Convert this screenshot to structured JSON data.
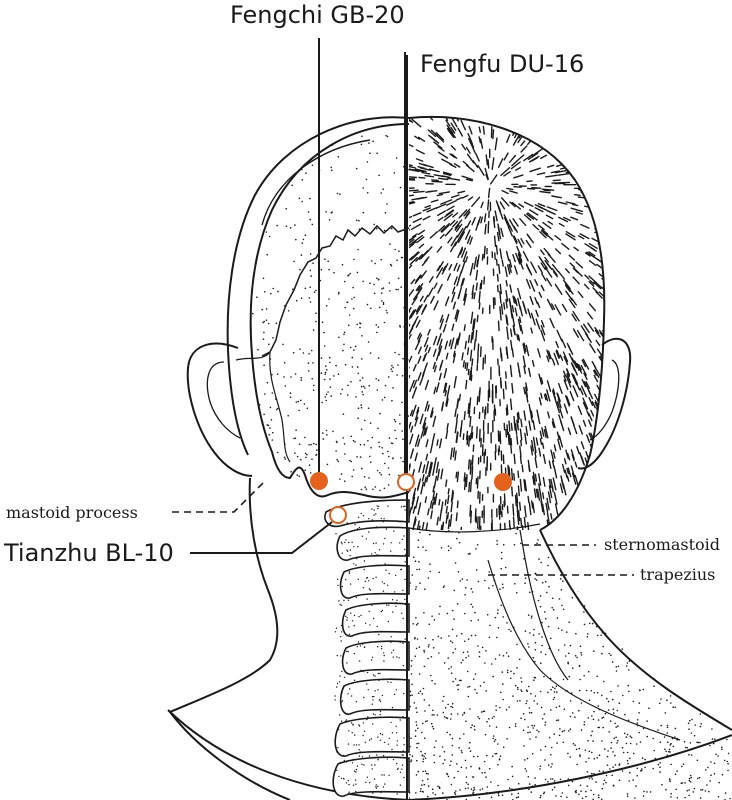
{
  "labels": {
    "fengchi": "Fengchi GB-20",
    "fengfu": "Fengfu DU-16",
    "tianzhu": "Tianzhu BL-10",
    "mastoid": "mastoid process",
    "sternomastoid": "sternomastoid",
    "trapezius": "trapezius"
  },
  "colors": {
    "point_fill": "#e4621b",
    "ink": "#1a1a1a",
    "background": "#ffffff"
  },
  "points": [
    {
      "name": "Fengchi GB-20",
      "style": "filled"
    },
    {
      "name": "Fengfu DU-16",
      "style": "open"
    },
    {
      "name": "Tianzhu BL-10",
      "style": "open"
    },
    {
      "name": "Fengchi GB-20 (contralateral)",
      "style": "filled"
    }
  ]
}
